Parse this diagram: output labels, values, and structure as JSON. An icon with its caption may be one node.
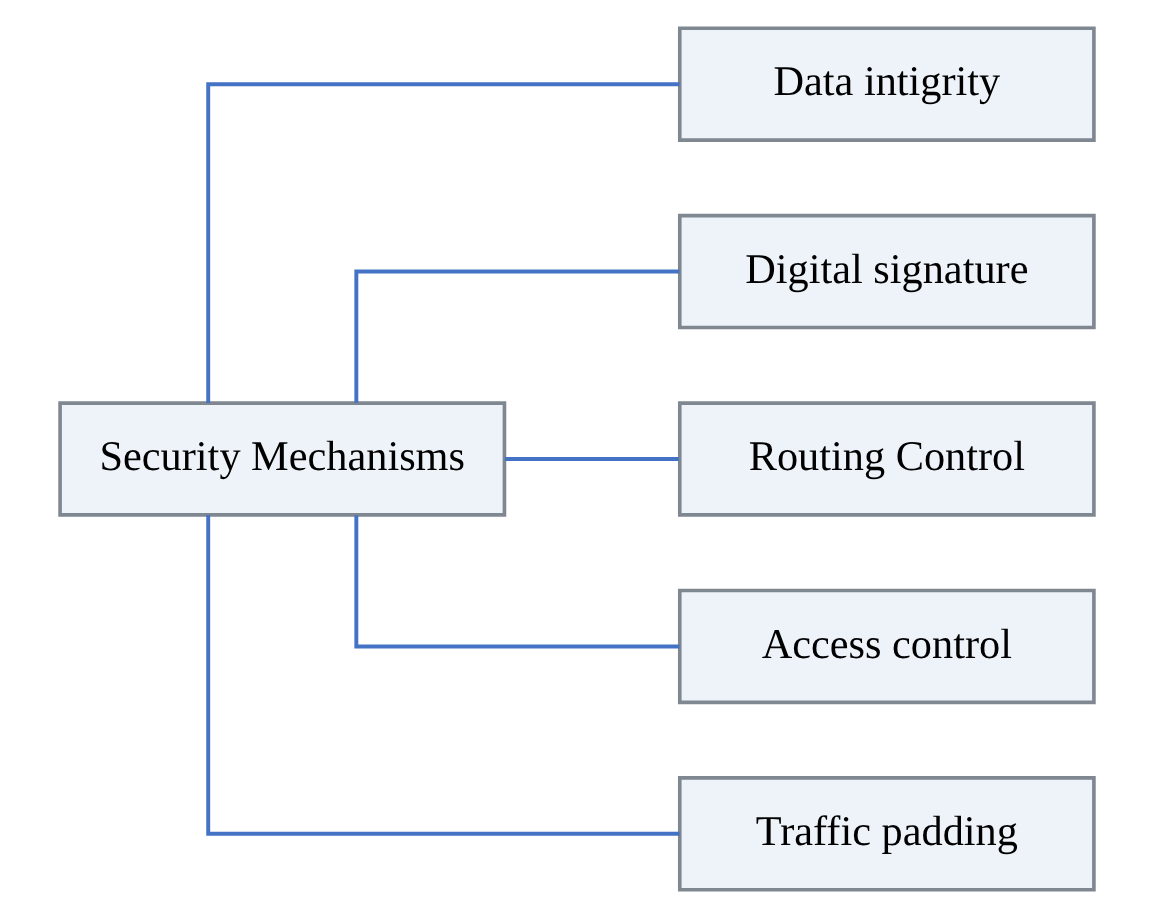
{
  "diagram": {
    "nodes": [
      {
        "text": [
          "Security Mechanisms"
        ]
      },
      {
        "text": [
          "Data intigrity"
        ]
      },
      {
        "text": [
          "Digital signature"
        ]
      },
      {
        "text": [
          "Routing Control"
        ]
      },
      {
        "text": [
          "Access control"
        ]
      },
      {
        "text": [
          "Traffic padding"
        ]
      }
    ],
    "edges": [
      {
        "from": 0,
        "to": 1,
        "arrow": "none"
      },
      {
        "from": 0,
        "to": 2,
        "arrow": "none"
      },
      {
        "from": 0,
        "to": 3,
        "arrow": "none"
      },
      {
        "from": 0,
        "to": 4,
        "arrow": "none"
      },
      {
        "from": 0,
        "to": 5,
        "arrow": "none"
      }
    ]
  }
}
